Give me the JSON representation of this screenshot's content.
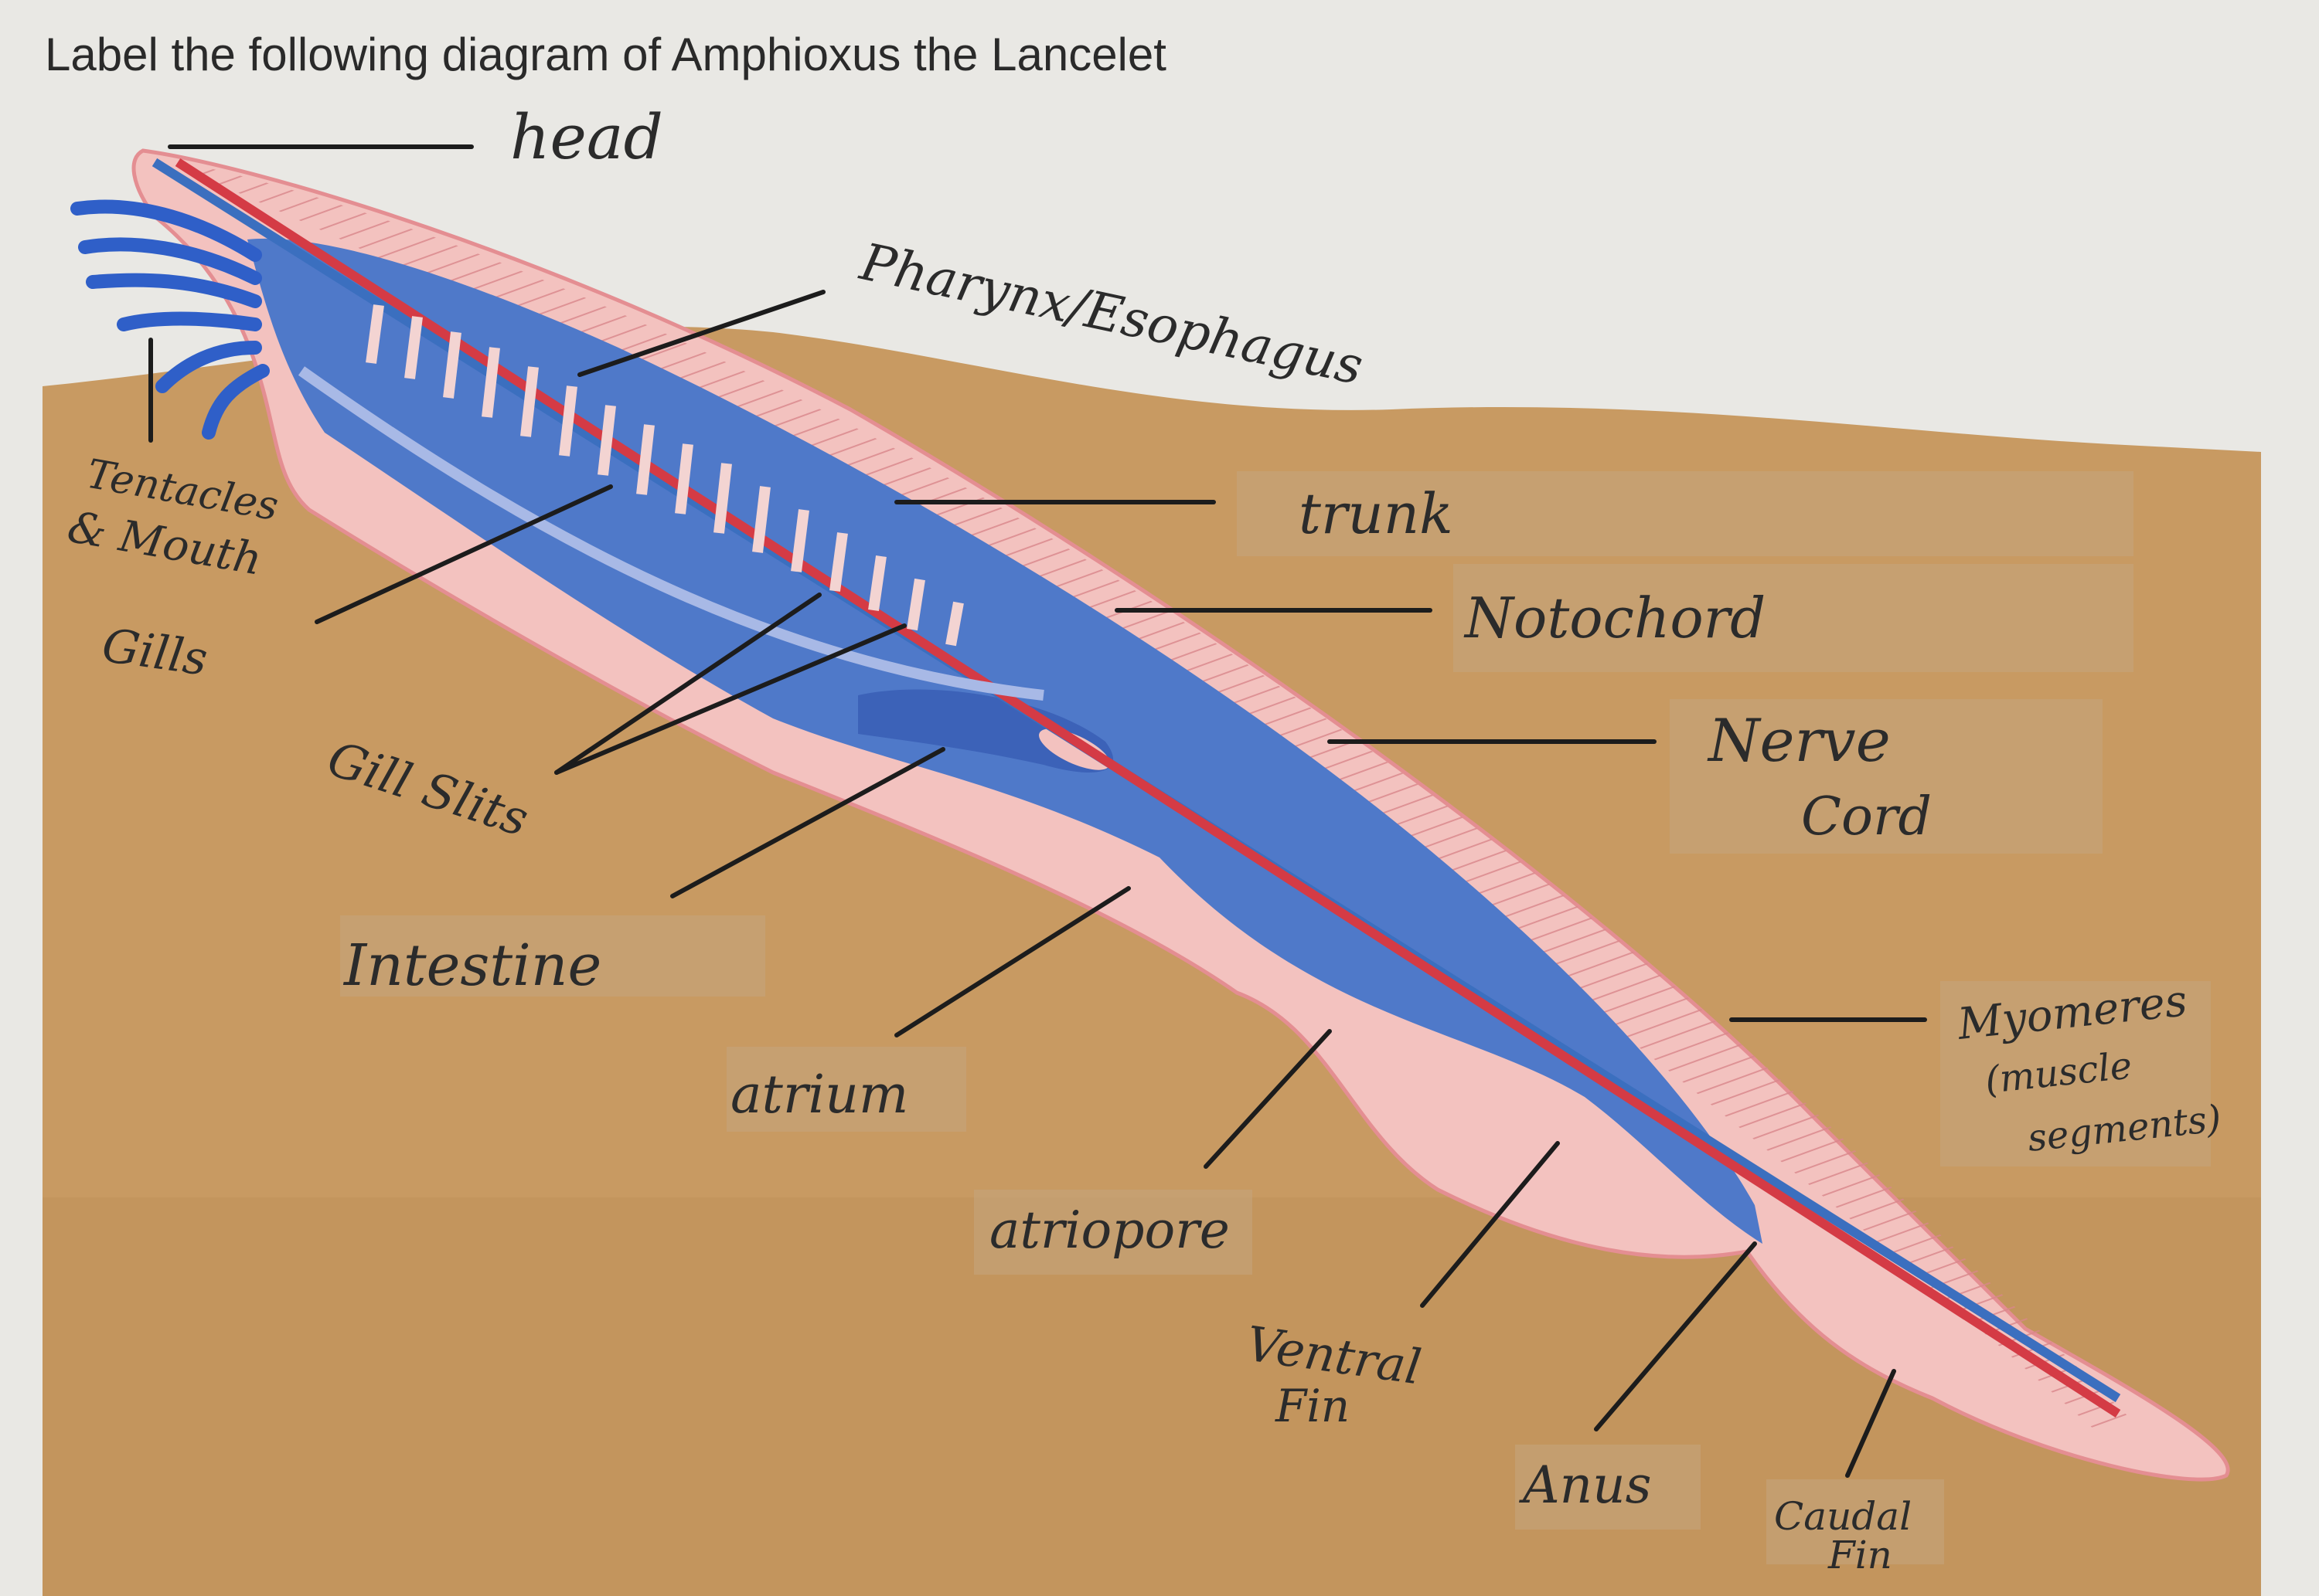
{
  "page": {
    "title": "Label the following diagram of Amphioxus the Lancelet"
  },
  "labels": {
    "head": "head",
    "pharynx": "Pharynx/Esophagus",
    "trunk": "trunk",
    "notochord": "Notochord",
    "nerve_line1": "Nerve",
    "nerve_line2": "Cord",
    "tentacles_line1": "Tentacles",
    "tentacles_line2": "& Mouth",
    "gills": "Gills",
    "gill_slits": "Gill Slits",
    "intestine": "Intestine",
    "atrium": "atrium",
    "atriopore": "atriopore",
    "ventral_line1": "Ventral",
    "ventral_line2": "Fin",
    "anus": "Anus",
    "caudal_line1": "Caudal",
    "caudal_line2": "Fin",
    "myomeres_line1": "Myomeres",
    "myomeres_line2": "(muscle",
    "myomeres_line3": "segments)"
  },
  "colors": {
    "paper": "#e9e8e4",
    "sand": "#c89a62",
    "body": "#f3c2bf",
    "gut": "#4f79c9",
    "nerve_cord": "#d43b45",
    "notochord": "#3b6fbf",
    "tentacles": "#2f5fc8"
  }
}
